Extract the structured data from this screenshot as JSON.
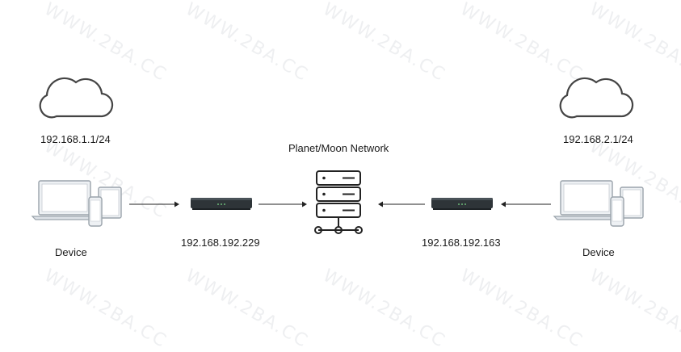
{
  "watermark": "WWW.2BA.CC",
  "center": {
    "title": "Planet/Moon Network"
  },
  "left": {
    "network": "192.168.1.1/24",
    "device_label": "Device",
    "router_ip": "192.168.192.229"
  },
  "right": {
    "network": "192.168.2.1/24",
    "device_label": "Device",
    "router_ip": "192.168.192.163"
  },
  "colors": {
    "stroke": "#222222",
    "device_outline": "#9aa3ab",
    "device_fill": "#eef1f4",
    "router_body": "#2e3438",
    "router_light": "#7ee08a",
    "cloud_stroke": "#444444"
  },
  "icons": [
    "cloud-icon",
    "devices-icon",
    "router-icon",
    "server-icon",
    "arrow-icon"
  ]
}
